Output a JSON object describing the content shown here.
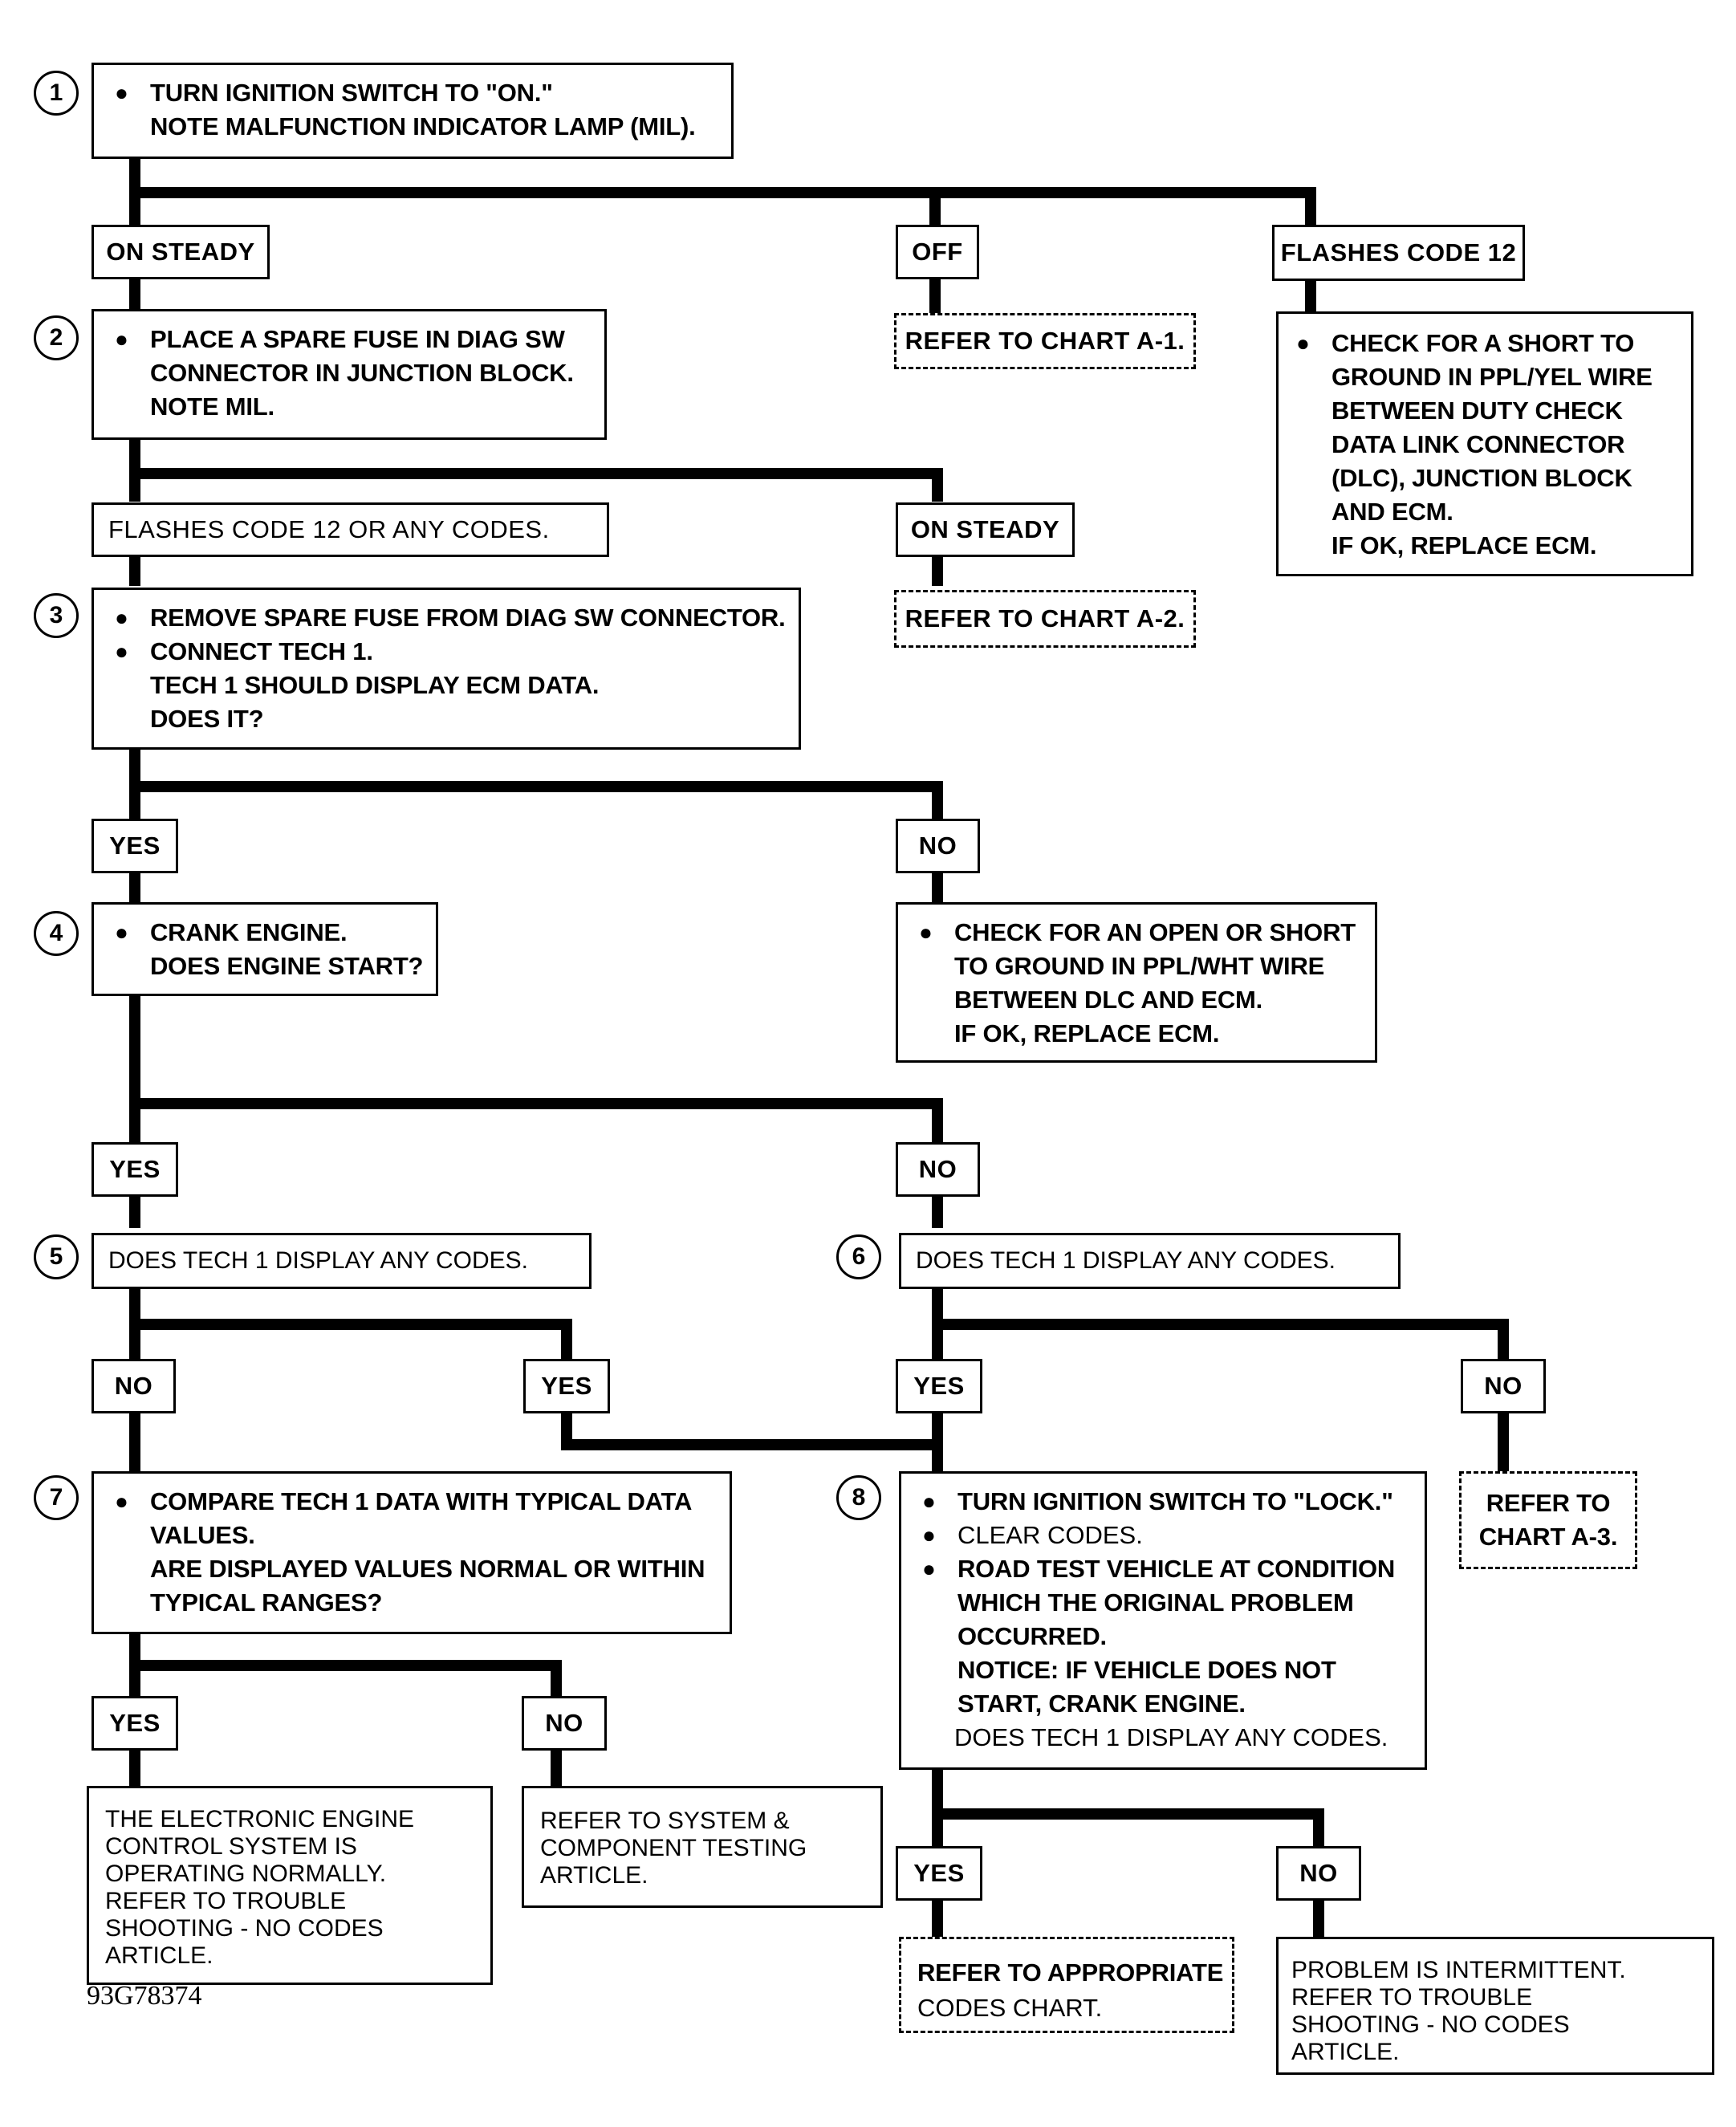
{
  "figure_id": "93G78374",
  "steps": {
    "s1": {
      "num": "1",
      "lines": [
        {
          "t": "TURN IGNITION SWITCH TO \"ON.\"",
          "bullet": true
        },
        {
          "t": "NOTE MALFUNCTION INDICATOR LAMP (MIL)."
        }
      ]
    },
    "s2": {
      "num": "2",
      "lines": [
        {
          "t": "PLACE A SPARE FUSE IN DIAG SW",
          "bullet": true
        },
        {
          "t": "CONNECTOR IN JUNCTION BLOCK."
        },
        {
          "t": "NOTE MIL."
        }
      ]
    },
    "s3": {
      "num": "3",
      "lines": [
        {
          "t": "REMOVE SPARE FUSE FROM DIAG SW CONNECTOR.",
          "bullet": true
        },
        {
          "t": "CONNECT TECH 1.",
          "bullet": true
        },
        {
          "t": "TECH 1 SHOULD DISPLAY ECM DATA."
        },
        {
          "t": "DOES IT?"
        }
      ]
    },
    "s4": {
      "num": "4",
      "lines": [
        {
          "t": "CRANK ENGINE.",
          "bullet": true
        },
        {
          "t": "DOES ENGINE START?"
        }
      ]
    },
    "s5": {
      "num": "5",
      "text": "DOES TECH 1 DISPLAY ANY CODES."
    },
    "s6": {
      "num": "6",
      "text": "DOES TECH 1 DISPLAY ANY CODES."
    },
    "s7": {
      "num": "7",
      "lines": [
        {
          "t": "COMPARE TECH 1 DATA WITH TYPICAL DATA",
          "bullet": true
        },
        {
          "t": "VALUES."
        },
        {
          "t": "ARE DISPLAYED VALUES NORMAL OR WITHIN"
        },
        {
          "t": "TYPICAL RANGES?"
        }
      ]
    },
    "s8": {
      "num": "8",
      "lines": [
        {
          "t": "TURN IGNITION SWITCH TO \"LOCK.\"",
          "bullet": true
        },
        {
          "t": "CLEAR CODES.",
          "bullet": true,
          "plain": true
        },
        {
          "t": "ROAD TEST VEHICLE AT CONDITION",
          "bullet": true
        },
        {
          "t": "WHICH THE ORIGINAL PROBLEM"
        },
        {
          "t": "OCCURRED."
        },
        {
          "t": "NOTICE:  IF VEHICLE DOES NOT"
        },
        {
          "t": "START, CRANK ENGINE."
        },
        {
          "t": "DOES TECH 1 DISPLAY ANY CODES.",
          "plain": true,
          "shift": true
        }
      ]
    }
  },
  "labels": {
    "s1_on_steady": "ON STEADY",
    "s1_off": "OFF",
    "s1_flashes": "FLASHES CODE 12",
    "s2_flashes": "FLASHES CODE 12 OR ANY CODES.",
    "s2_on_steady": "ON STEADY",
    "s3_yes": "YES",
    "s3_no": "NO",
    "s4_yes": "YES",
    "s4_no": "NO",
    "s5_no": "NO",
    "s5_yes": "YES",
    "s6_yes": "YES",
    "s6_no": "NO",
    "s7_yes": "YES",
    "s7_no": "NO",
    "s8_yes": "YES",
    "s8_no": "NO"
  },
  "results": {
    "chart_a1": "REFER TO CHART A-1.",
    "chart_a2": "REFER TO CHART A-2.",
    "chart_a3": [
      "REFER TO",
      "CHART A-3."
    ],
    "short_ppl_yel": [
      "CHECK FOR A SHORT TO",
      "GROUND IN PPL/YEL WIRE",
      "BETWEEN DUTY CHECK",
      "DATA LINK CONNECTOR",
      "(DLC), JUNCTION BLOCK",
      "AND ECM.",
      "IF OK, REPLACE ECM."
    ],
    "open_ppl_wht": [
      "CHECK FOR AN OPEN OR SHORT",
      "TO GROUND IN PPL/WHT WIRE",
      "BETWEEN DLC AND ECM.",
      "IF OK, REPLACE ECM."
    ],
    "normal": [
      "THE ELECTRONIC ENGINE",
      "CONTROL SYSTEM IS",
      "OPERATING NORMALLY.",
      "REFER TO TROUBLE",
      "SHOOTING  -  NO CODES",
      "ARTICLE."
    ],
    "system_testing": [
      "REFER TO SYSTEM &",
      "COMPONENT TESTING",
      "ARTICLE."
    ],
    "codes_chart": [
      "REFER TO APPROPRIATE",
      "CODES CHART."
    ],
    "intermittent": [
      "PROBLEM IS INTERMITTENT.",
      "REFER TO TROUBLE",
      "SHOOTING  -  NO CODES",
      "ARTICLE."
    ]
  }
}
